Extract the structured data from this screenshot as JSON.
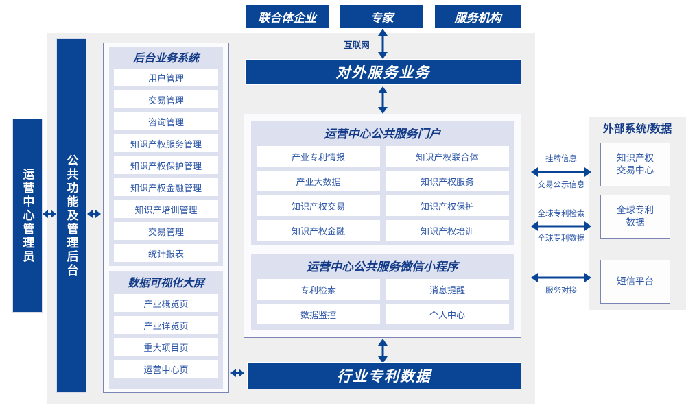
{
  "top_actors": [
    {
      "label": "联合体企业"
    },
    {
      "label": "专家"
    },
    {
      "label": "服务机构"
    }
  ],
  "network_label": "互联网",
  "external_service_bar": "对外服务业务",
  "industry_data_bar": "行业专利数据",
  "left_bars": [
    {
      "label": "运营中心管理员"
    },
    {
      "label": "公共功能及管理后台"
    }
  ],
  "backoffice": {
    "title": "后台业务系统",
    "items": [
      "用户管理",
      "交易管理",
      "咨询管理",
      "知识产权服务管理",
      "知识产权保护管理",
      "知识产权金融管理",
      "知识产培训管理",
      "交易管理",
      "统计报表"
    ]
  },
  "dataviz": {
    "title": "数据可视化大屏",
    "items": [
      "产业概览页",
      "产业详览页",
      "重大项目页",
      "运营中心页"
    ]
  },
  "portal": {
    "title": "运营中心公共服务门户",
    "items": [
      "产业专利情报",
      "知识产权联合体",
      "产业大数据",
      "知识产权服务",
      "知识产权交易",
      "知识产权保护",
      "知识产权金融",
      "知识产权培训"
    ]
  },
  "miniapp": {
    "title": "运营中心公共服务微信小程序",
    "items": [
      "专利检索",
      "消息提醒",
      "数据监控",
      "个人中心"
    ]
  },
  "external": {
    "title": "外部系统/数据",
    "boxes": [
      {
        "label": "知识产权\n交易中心"
      },
      {
        "label": "全球专利\n数据"
      },
      {
        "label": "短信平台"
      }
    ],
    "connectors": [
      {
        "above": "挂牌信息",
        "below": "交易公示信息"
      },
      {
        "above": "全球专利检索",
        "below": "全球专利数据"
      },
      {
        "above": "",
        "below": "服务对接"
      }
    ]
  },
  "colors": {
    "brand_blue": "#0A4595",
    "stage_grey": "#EFEFEF",
    "panel_fill": "#DCE0EF",
    "card_border": "#7C84B4",
    "text_blue": "#2B55A6"
  }
}
